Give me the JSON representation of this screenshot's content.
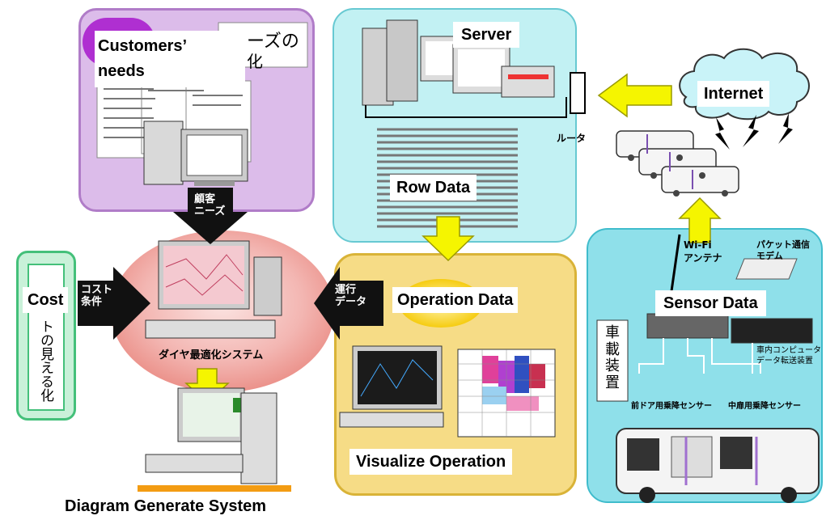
{
  "labels": {
    "customers_needs": "Customers’\nneeds",
    "server": "Server",
    "internet": "Internet",
    "row_data": "Row Data",
    "cost": "Cost",
    "operation_data": "Operation Data",
    "sensor_data": "Sensor Data",
    "visualize_operation": "Visualize Operation",
    "diagram_generate_system": "Diagram Generate System"
  },
  "japanese": {
    "needs_box_line1": "ーズの",
    "needs_box_line2": "化",
    "router": "ルータ",
    "customer_needs_arrow": "顧客\nニーズ",
    "cost_conditions_arrow": "コスト\n条件",
    "operation_data_arrow": "運行\nデータ",
    "diagram_system_name": "ダイヤ最適化システム",
    "cost_visualization": "トの見える化",
    "wifi_antenna": "Wi-Fi\nアンテナ",
    "packet_modem": "パケット通信\nモデム",
    "onboard_device": "車\n載\n装\n置",
    "onboard_computer": "車内コンピュータ\nデータ転送装置",
    "front_door_sensor": "前ドア用乗降センサー",
    "middle_door_sensor": "中扉用乗降センサー"
  },
  "colors": {
    "customers_panel": "#dcbcea",
    "server_panel": "#c2f1f3",
    "operation_panel": "#f6dc86",
    "sensor_panel": "#8fe0ea",
    "cost_panel": "#c9f1d9",
    "optimization_ellipse": "#f3b6b2",
    "arrow_yellow": "#f5f500",
    "arrow_black": "#111111"
  }
}
